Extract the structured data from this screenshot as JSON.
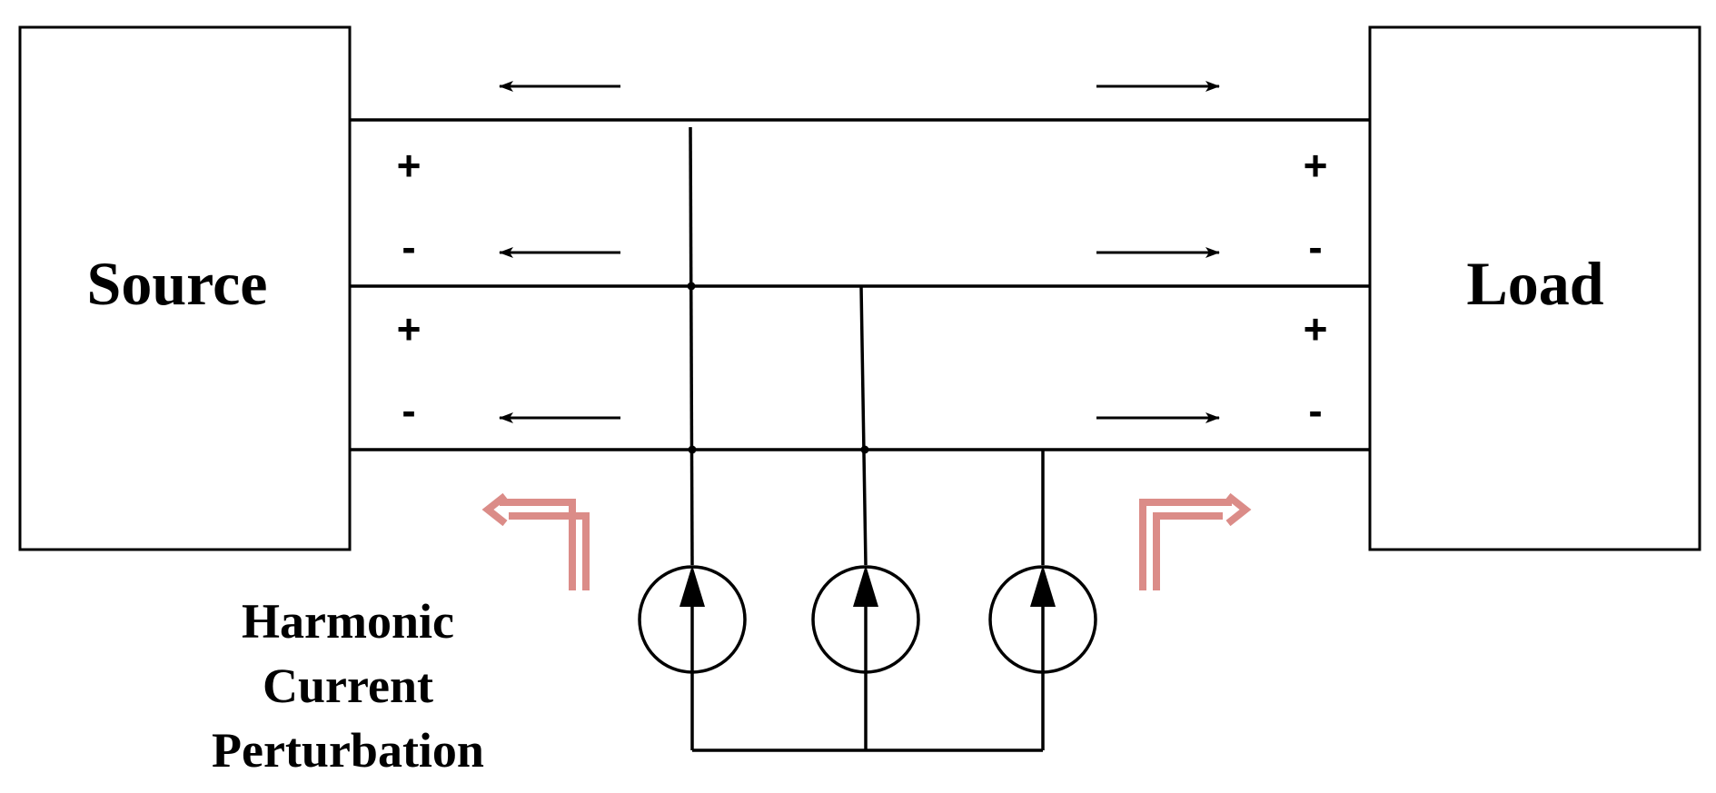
{
  "source_block": {
    "label": "Source"
  },
  "load_block": {
    "label": "Load"
  },
  "perturbation_label": {
    "lines": [
      "Harmonic",
      "Current",
      "Perturbation"
    ]
  },
  "polarity": {
    "source_side": [
      "+",
      "-",
      "+",
      "-"
    ],
    "load_side": [
      "+",
      "-",
      "+",
      "-"
    ]
  },
  "colors": {
    "line": "#000000",
    "flow_arrow": "#db8c88"
  },
  "icons": {
    "current_source": "circle-with-upward-arrow-icon",
    "left_flow": "bent-arrow-left-icon",
    "right_flow": "bent-arrow-right-icon"
  }
}
